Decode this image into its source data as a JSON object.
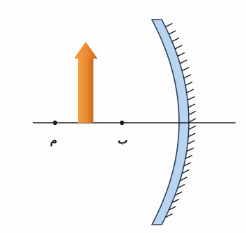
{
  "diagram": {
    "type": "concave-mirror-optics",
    "points": [
      {
        "id": "m",
        "label": "م"
      },
      {
        "id": "b",
        "label": "ب"
      }
    ],
    "object": {
      "kind": "upright-arrow",
      "color": "#ec8a2e",
      "shade": "#c9661a"
    },
    "mirror": {
      "kind": "concave-mirror",
      "glass_color": "#b9d4ee",
      "edge_color": "#2b3f5c",
      "hatch_color": "#1a1a1a"
    },
    "axis": {
      "kind": "principal-axis",
      "color": "#1f1f1f"
    }
  }
}
